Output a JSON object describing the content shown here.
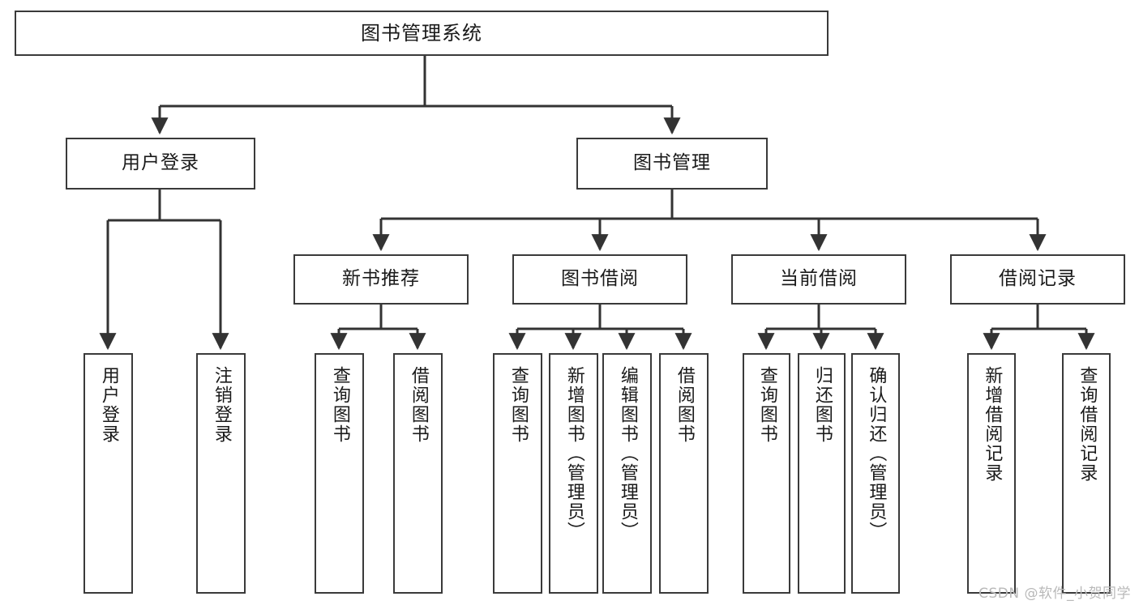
{
  "diagram": {
    "title": "图书管理系统",
    "type": "tree",
    "watermark": "CSDN @软件_小贺同学",
    "colors": {
      "border": "#3a3a3a",
      "fill": "#ffffff",
      "connector": "#333333",
      "text": "#1a1a1a",
      "watermark": "#b9b9b9"
    },
    "nodes": {
      "root": {
        "label": "图书管理系统"
      },
      "level2": [
        {
          "id": "user-login",
          "label": "用户登录"
        },
        {
          "id": "book-manage",
          "label": "图书管理"
        }
      ],
      "level3": [
        {
          "id": "new-book-recommend",
          "label": "新书推荐"
        },
        {
          "id": "book-borrow",
          "label": "图书借阅"
        },
        {
          "id": "current-borrow",
          "label": "当前借阅"
        },
        {
          "id": "borrow-record",
          "label": "借阅记录"
        }
      ],
      "leaves": {
        "user-login": [
          {
            "id": "leaf-user-login",
            "label": "用户登录"
          },
          {
            "id": "leaf-logout-login",
            "label": "注销登录"
          }
        ],
        "new-book-recommend": [
          {
            "id": "leaf-query-book-1",
            "label": "查询图书"
          },
          {
            "id": "leaf-borrow-book-1",
            "label": "借阅图书"
          }
        ],
        "book-borrow": [
          {
            "id": "leaf-query-book-2",
            "label": "查询图书"
          },
          {
            "id": "leaf-add-book",
            "label": "新增图书（管理员）"
          },
          {
            "id": "leaf-edit-book",
            "label": "编辑图书（管理员）"
          },
          {
            "id": "leaf-borrow-book-2",
            "label": "借阅图书"
          }
        ],
        "current-borrow": [
          {
            "id": "leaf-query-book-3",
            "label": "查询图书"
          },
          {
            "id": "leaf-return-book",
            "label": "归还图书"
          },
          {
            "id": "leaf-confirm-return",
            "label": "确认归还（管理员）"
          }
        ],
        "borrow-record": [
          {
            "id": "leaf-add-record",
            "label": "新增借阅记录"
          },
          {
            "id": "leaf-query-record",
            "label": "查询借阅记录"
          }
        ]
      }
    }
  }
}
